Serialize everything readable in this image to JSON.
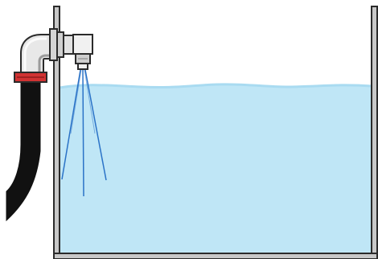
{
  "scene": {
    "kind": "tank-spray-nozzle-diagram",
    "components": [
      "tank",
      "water",
      "spray-nozzle",
      "elbow-pipe",
      "hose",
      "hose-clamp",
      "spray-jets"
    ],
    "colors": {
      "background": "#ffffff",
      "tank_wall_fill": "#c8c8c8",
      "tank_wall_stroke": "#2b2b2b",
      "water_fill": "#bfe6f6",
      "water_surface": "#a9dbf1",
      "hose": "#111111",
      "hose_clamp": "#d13333",
      "metal_light": "#e8e8e8",
      "metal_mid": "#cfcfcf",
      "metal_dark": "#9b9b9b",
      "spray": "#2b73c7"
    },
    "spray_jet_count": 3
  }
}
